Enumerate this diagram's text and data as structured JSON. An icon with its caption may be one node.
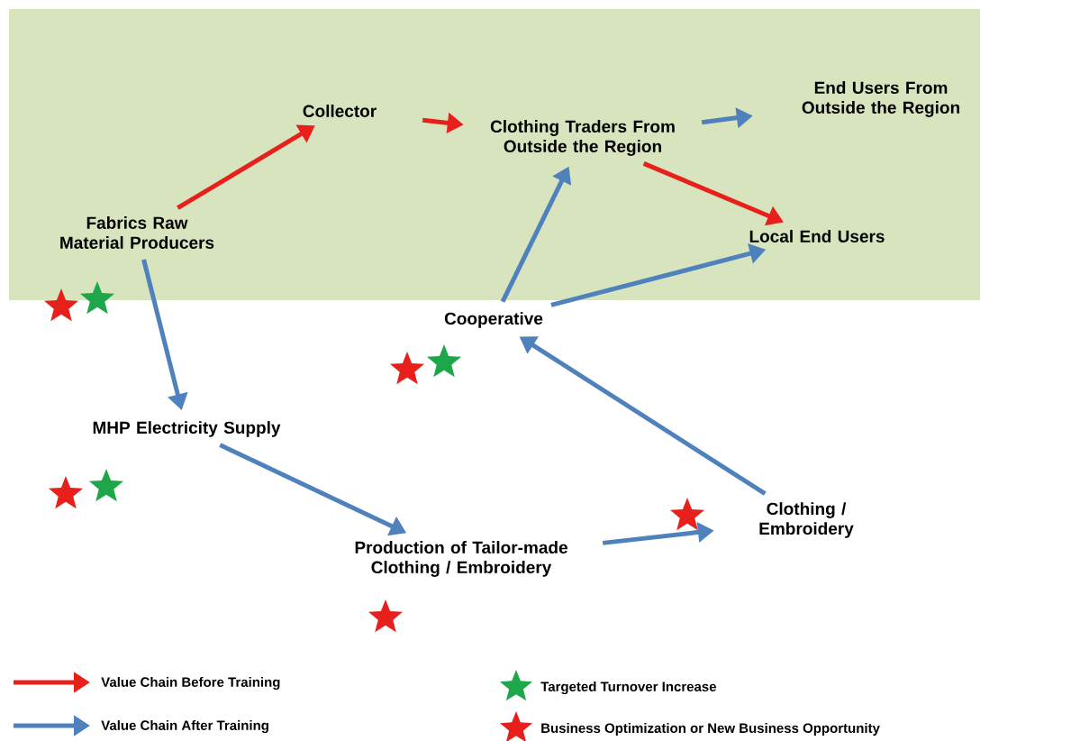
{
  "diagram": {
    "nodes": [
      {
        "text": [
          "Collector"
        ]
      },
      {
        "text": [
          "Clothing Traders From Outside the Region"
        ]
      },
      {
        "text": [
          "End Users From Outside the Region"
        ]
      },
      {
        "text": [
          "Fabrics Raw Material Producers"
        ]
      },
      {
        "text": [
          "Local End Users"
        ]
      },
      {
        "text": [
          "Cooperative"
        ]
      },
      {
        "text": [
          "MHP Electricity Supply"
        ]
      },
      {
        "text": [
          "Production of Tailor-made Clothing / Embroidery"
        ]
      },
      {
        "text": [
          "Clothing / Embroidery"
        ]
      }
    ],
    "edges": [
      {
        "from": 3,
        "to": 0,
        "arrow": "to",
        "color": "#e8201c"
      },
      {
        "from": 0,
        "to": 1,
        "arrow": "to",
        "color": "#e8201c"
      },
      {
        "from": 1,
        "to": 2,
        "arrow": "to"
      },
      {
        "from": 1,
        "to": 4,
        "arrow": "to",
        "color": "#e8201c"
      },
      {
        "from": 5,
        "to": 1,
        "arrow": "to"
      },
      {
        "from": 5,
        "to": 4,
        "arrow": "to"
      },
      {
        "from": 3,
        "to": 6,
        "arrow": "to"
      },
      {
        "from": 6,
        "to": 7,
        "arrow": "to"
      },
      {
        "from": 7,
        "to": 8,
        "arrow": "to"
      },
      {
        "from": 8,
        "to": 5,
        "arrow": "to"
      }
    ],
    "legend": [
      {
        "text": "Value Chain Before Training"
      },
      {
        "text": "Value Chain After Training"
      },
      {
        "text": "Targeted Turnover Increase"
      },
      {
        "text": "Business Optimization or New Business Opportunity"
      }
    ]
  }
}
